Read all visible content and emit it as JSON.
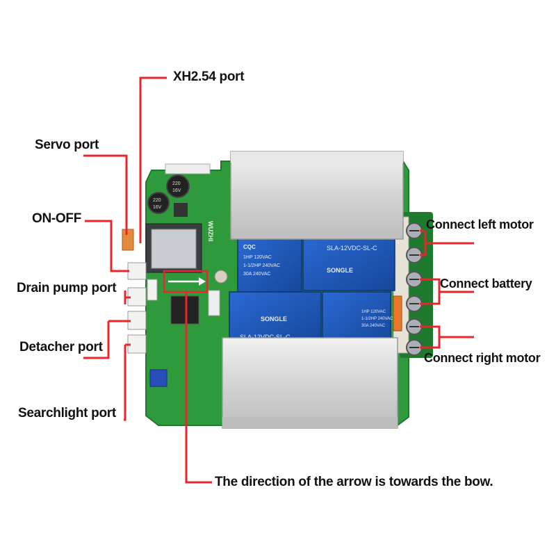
{
  "labels": {
    "xh254": "XH2.54 port",
    "servo": "Servo port",
    "onoff": "ON-OFF",
    "drain": "Drain pump port",
    "detacher": "Detacher port",
    "searchlight": "Searchlight port",
    "left_motor": "Connect left motor",
    "battery": "Connect battery",
    "right_motor": "Connect right motor",
    "arrow_note": "The direction of the arrow is towards the bow."
  },
  "board": {
    "brand": "WUZHI",
    "relays": [
      {
        "brand": "CQC",
        "model": "SLA-12VDC-SL-C",
        "rating1": "1HP 120VAC",
        "rating2": "1-1/2HP 240VAC",
        "rating3": "30A 240VAC"
      },
      {
        "brand": "SONGLE",
        "model": "SLA-12VDC-SL-C"
      },
      {
        "brand": "SONGLE",
        "model": "SLA-12VDC-SL-C"
      },
      {
        "brand": "CQC",
        "model": "SLA-12VDC-SL-C",
        "rating1": "1HP 120VAC",
        "rating2": "1-1/2HP 240VAC",
        "rating3": "30A 240VAC"
      }
    ],
    "caps": [
      {
        "v1": "220",
        "v2": "16V"
      },
      {
        "v1": "220",
        "v2": "16V"
      }
    ]
  },
  "colors": {
    "callout": "#e8262b",
    "pcb": "#2f9a3c",
    "pcb_dark": "#1f7a2c",
    "relay": "#1f56b8",
    "heatsink": "#d8d8d8",
    "terminal": "#9aa0a6"
  }
}
